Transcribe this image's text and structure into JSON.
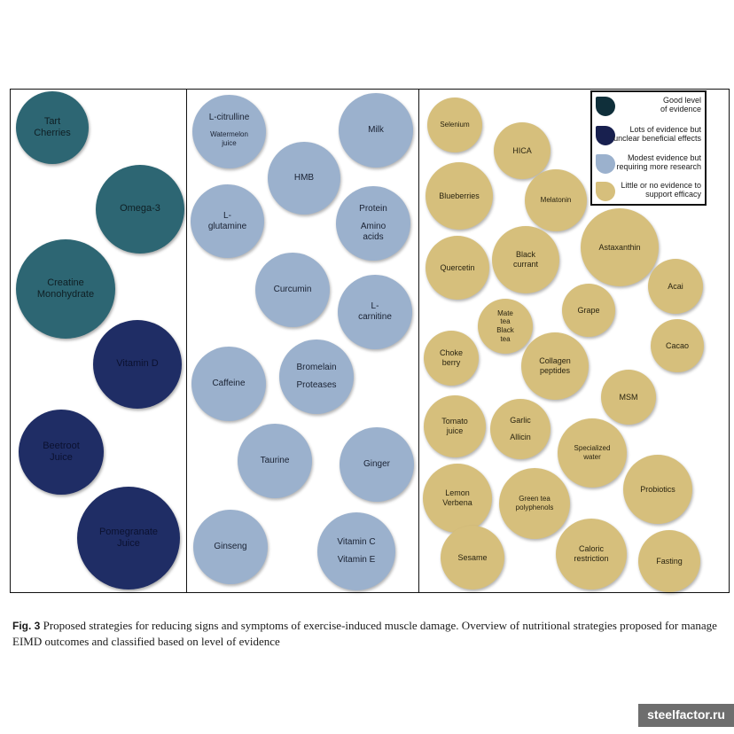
{
  "legend": [
    {
      "key": "good",
      "label": "Good level\nof evidence",
      "color": "#0f2f3a"
    },
    {
      "key": "lots",
      "label": "Lots of evidence but\nunclear beneficial effects",
      "color": "#18204f"
    },
    {
      "key": "modest",
      "label": "Modest evidence but\nrequiring more research",
      "color": "#9bb1cd"
    },
    {
      "key": "little",
      "label": "Little or no evidence to\nsupport efficacy",
      "color": "#d6bf7c"
    }
  ],
  "good": {
    "tart_cherries": "Tart\nCherries",
    "omega3": "Omega-3",
    "creatine": "Creatine\nMonohydrate"
  },
  "lots": {
    "vitamin_d": "Vitamin D",
    "beetroot": "Beetroot\nJuice",
    "pomegranate": "Pomegranate\nJuice"
  },
  "modest": {
    "l_citrulline": "L-citrulline",
    "watermelon": "Watermelon\njuice",
    "milk": "Milk",
    "hmb": "HMB",
    "l_glutamine": "L-\nglutamine",
    "protein": "Protein",
    "amino_acids": "Amino\nacids",
    "curcumin": "Curcumin",
    "l_carnitine": "L-\ncarnitine",
    "caffeine": "Caffeine",
    "bromelain": "Bromelain",
    "proteases": "Proteases",
    "taurine": "Taurine",
    "ginger": "Ginger",
    "ginseng": "Ginseng",
    "vitamin_c": "Vitamin C",
    "vitamin_e": "Vitamin E"
  },
  "little": {
    "selenium": "Selenium",
    "hica": "HICA",
    "blueberries": "Blueberries",
    "melatonin": "Melatonin",
    "astaxanthin": "Astaxanthin",
    "quercetin": "Quercetin",
    "black_currant": "Black\ncurrant",
    "acai": "Acai",
    "mate_tea": "Mate\ntea",
    "black_tea": "Black\ntea",
    "grape": "Grape",
    "cacao": "Cacao",
    "choke_berry": "Choke\nberry",
    "collagen": "Collagen\npeptides",
    "msm": "MSM",
    "tomato_juice": "Tomato\njuice",
    "garlic": "Garlic",
    "allicin": "Allicin",
    "specialized_water": "Specialized\nwater",
    "probiotics": "Probiotics",
    "lemon_verbena": "Lemon\nVerbena",
    "green_tea": "Green tea\npolyphenols",
    "sesame": "Sesame",
    "caloric_restriction": "Caloric\nrestriction",
    "fasting": "Fasting"
  },
  "caption": {
    "label": "Fig. 3",
    "text": " Proposed strategies for reducing signs and symptoms of exercise-induced muscle damage. Overview of nutritional strategies proposed for manage EIMD outcomes and classified based on level of evidence"
  },
  "watermark": "steelfactor.ru"
}
